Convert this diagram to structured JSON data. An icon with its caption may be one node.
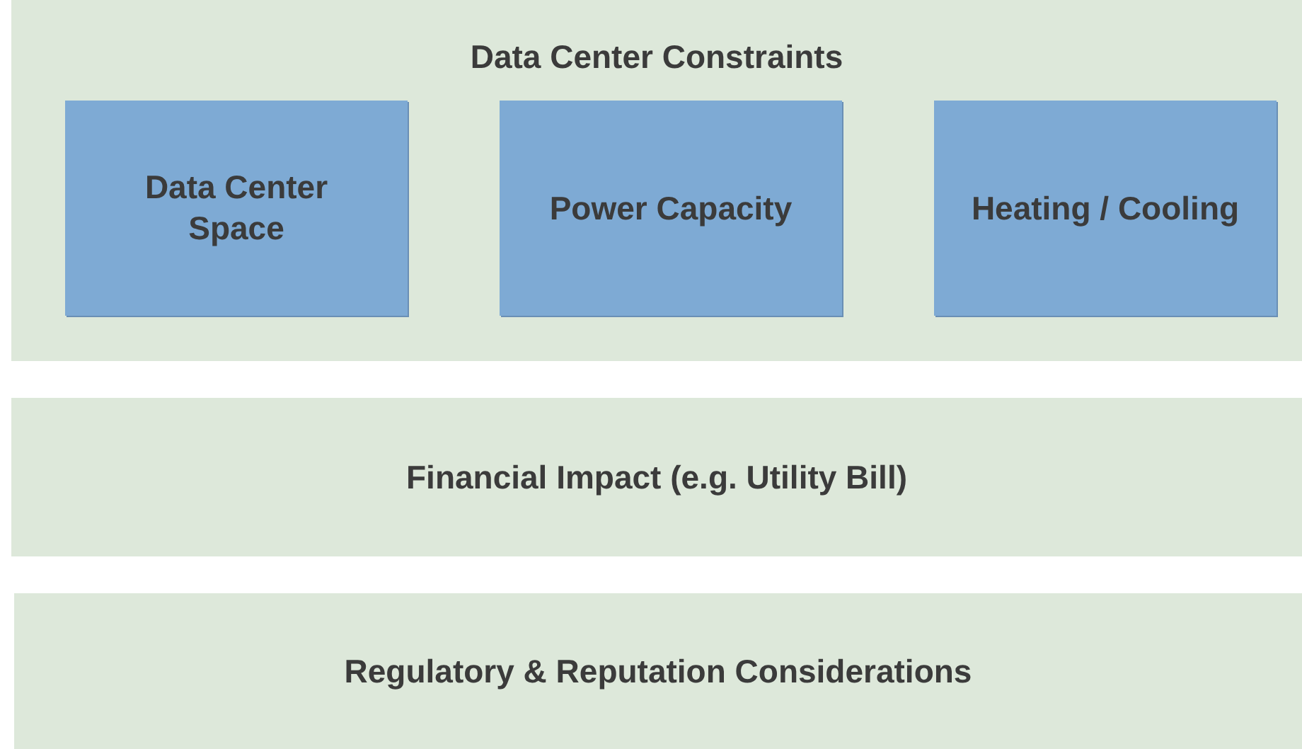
{
  "diagram": {
    "nodes": [
      {
        "text": [
          "Data Center Constraints"
        ]
      },
      {
        "text": [
          "Data Center Space"
        ],
        "in": 0
      },
      {
        "text": [
          "Power Capacity"
        ],
        "in": 0
      },
      {
        "text": [
          "Heating / Cooling"
        ],
        "in": 0
      },
      {
        "text": [
          "Financial Impact (e.g. Utility Bill)"
        ]
      },
      {
        "text": [
          "Regulatory & Reputation Considerations"
        ]
      }
    ]
  }
}
